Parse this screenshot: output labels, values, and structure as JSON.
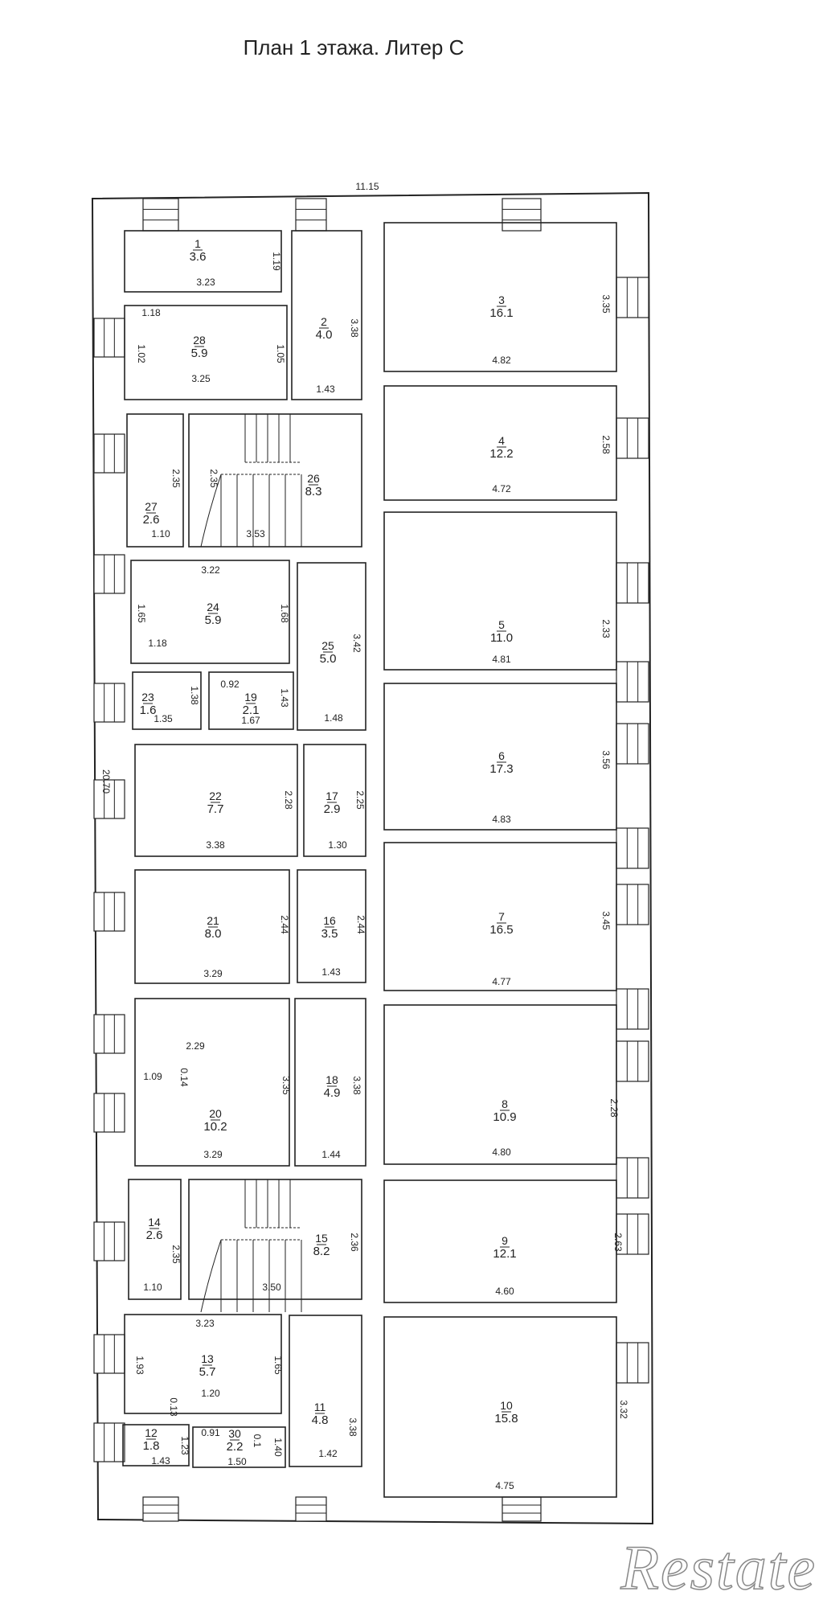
{
  "title": "План 1 этажа. Литер С",
  "overall_width": "11.15",
  "overall_length": "20.70",
  "watermark": "Restate",
  "rooms": [
    {
      "number": "1",
      "area": "3.6",
      "dims": [
        "3.23",
        "1.19"
      ]
    },
    {
      "number": "28",
      "area": "5.9",
      "dims": [
        "1.18",
        "1.02",
        "1.05",
        "3.25"
      ]
    },
    {
      "number": "2",
      "area": "4.0",
      "dims": [
        "3.38",
        "1.43"
      ]
    },
    {
      "number": "3",
      "area": "16.1",
      "dims": [
        "3.35",
        "4.82"
      ]
    },
    {
      "number": "27",
      "area": "2.6",
      "dims": [
        "2.35",
        "1.10"
      ]
    },
    {
      "number": "26",
      "area": "8.3",
      "dims": [
        "2.35",
        "3.53"
      ]
    },
    {
      "number": "4",
      "area": "12.2",
      "dims": [
        "2.58",
        "4.72"
      ]
    },
    {
      "number": "24",
      "area": "5.9",
      "dims": [
        "3.22",
        "1.65",
        "1.68",
        "1.18"
      ]
    },
    {
      "number": "25",
      "area": "5.0",
      "dims": [
        "3.42",
        "1.48"
      ]
    },
    {
      "number": "5",
      "area": "11.0",
      "dims": [
        "2.33",
        "4.81"
      ]
    },
    {
      "number": "23",
      "area": "1.6",
      "dims": [
        "1.38",
        "1.35"
      ]
    },
    {
      "number": "19",
      "area": "2.1",
      "dims": [
        "0.92",
        "1.43",
        "1.67"
      ]
    },
    {
      "number": "22",
      "area": "7.7",
      "dims": [
        "2.28",
        "3.38"
      ]
    },
    {
      "number": "17",
      "area": "2.9",
      "dims": [
        "2.25",
        "1.30"
      ]
    },
    {
      "number": "6",
      "area": "17.3",
      "dims": [
        "3.56",
        "4.83"
      ]
    },
    {
      "number": "21",
      "area": "8.0",
      "dims": [
        "2.44",
        "3.29"
      ]
    },
    {
      "number": "16",
      "area": "3.5",
      "dims": [
        "2.44",
        "1.43"
      ]
    },
    {
      "number": "7",
      "area": "16.5",
      "dims": [
        "3.45",
        "4.77"
      ]
    },
    {
      "number": "20",
      "area": "10.2",
      "dims": [
        "2.29",
        "1.09",
        "0.14",
        "3.35",
        "3.29"
      ]
    },
    {
      "number": "18",
      "area": "4.9",
      "dims": [
        "3.38",
        "1.44"
      ]
    },
    {
      "number": "8",
      "area": "10.9",
      "dims": [
        "2.28",
        "4.80"
      ]
    },
    {
      "number": "14",
      "area": "2.6",
      "dims": [
        "2.35",
        "1.10"
      ]
    },
    {
      "number": "15",
      "area": "8.2",
      "dims": [
        "2.36",
        "3.50"
      ]
    },
    {
      "number": "9",
      "area": "12.1",
      "dims": [
        "2.63",
        "4.60"
      ]
    },
    {
      "number": "13",
      "area": "5.7",
      "dims": [
        "3.23",
        "1.93",
        "1.65",
        "1.20",
        "0.13"
      ]
    },
    {
      "number": "11",
      "area": "4.8",
      "dims": [
        "3.38",
        "1.42"
      ]
    },
    {
      "number": "10",
      "area": "15.8",
      "dims": [
        "3.32",
        "4.75"
      ]
    },
    {
      "number": "12",
      "area": "1.8",
      "dims": [
        "1.23",
        "1.43"
      ]
    },
    {
      "number": "30",
      "area": "2.2",
      "dims": [
        "0.91",
        "1.40",
        "1.50",
        "0.1"
      ]
    }
  ],
  "colors": {
    "line": "#222222",
    "background": "#ffffff"
  }
}
